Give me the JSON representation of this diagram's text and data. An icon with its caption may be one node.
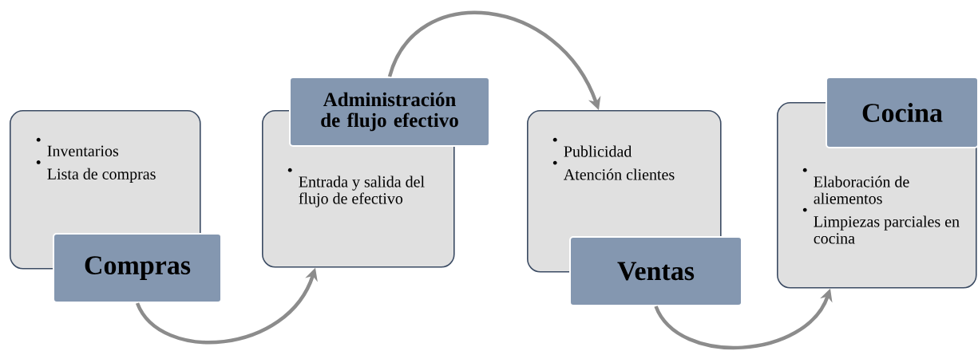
{
  "diagram": {
    "nodes": [
      {
        "text": [
          "Inventarios",
          "Lista de compras"
        ]
      },
      {
        "text": [
          "Compras"
        ]
      },
      {
        "text": [
          "Administración de flujo efectivo"
        ]
      },
      {
        "text": [
          "Entrada y salida del flujo de efectivo"
        ]
      },
      {
        "text": [
          "Publicidad",
          "Atención clientes"
        ]
      },
      {
        "text": [
          "Ventas"
        ]
      },
      {
        "text": [
          "Cocina"
        ]
      },
      {
        "text": [
          "Elaboración de aliementos",
          "Limpiezas parciales en cocina"
        ]
      }
    ],
    "edges": [
      {
        "from": 1,
        "to": 3,
        "arrow": "to"
      },
      {
        "from": 2,
        "to": 4,
        "arrow": "to"
      },
      {
        "from": 5,
        "to": 7,
        "arrow": "to"
      }
    ]
  }
}
